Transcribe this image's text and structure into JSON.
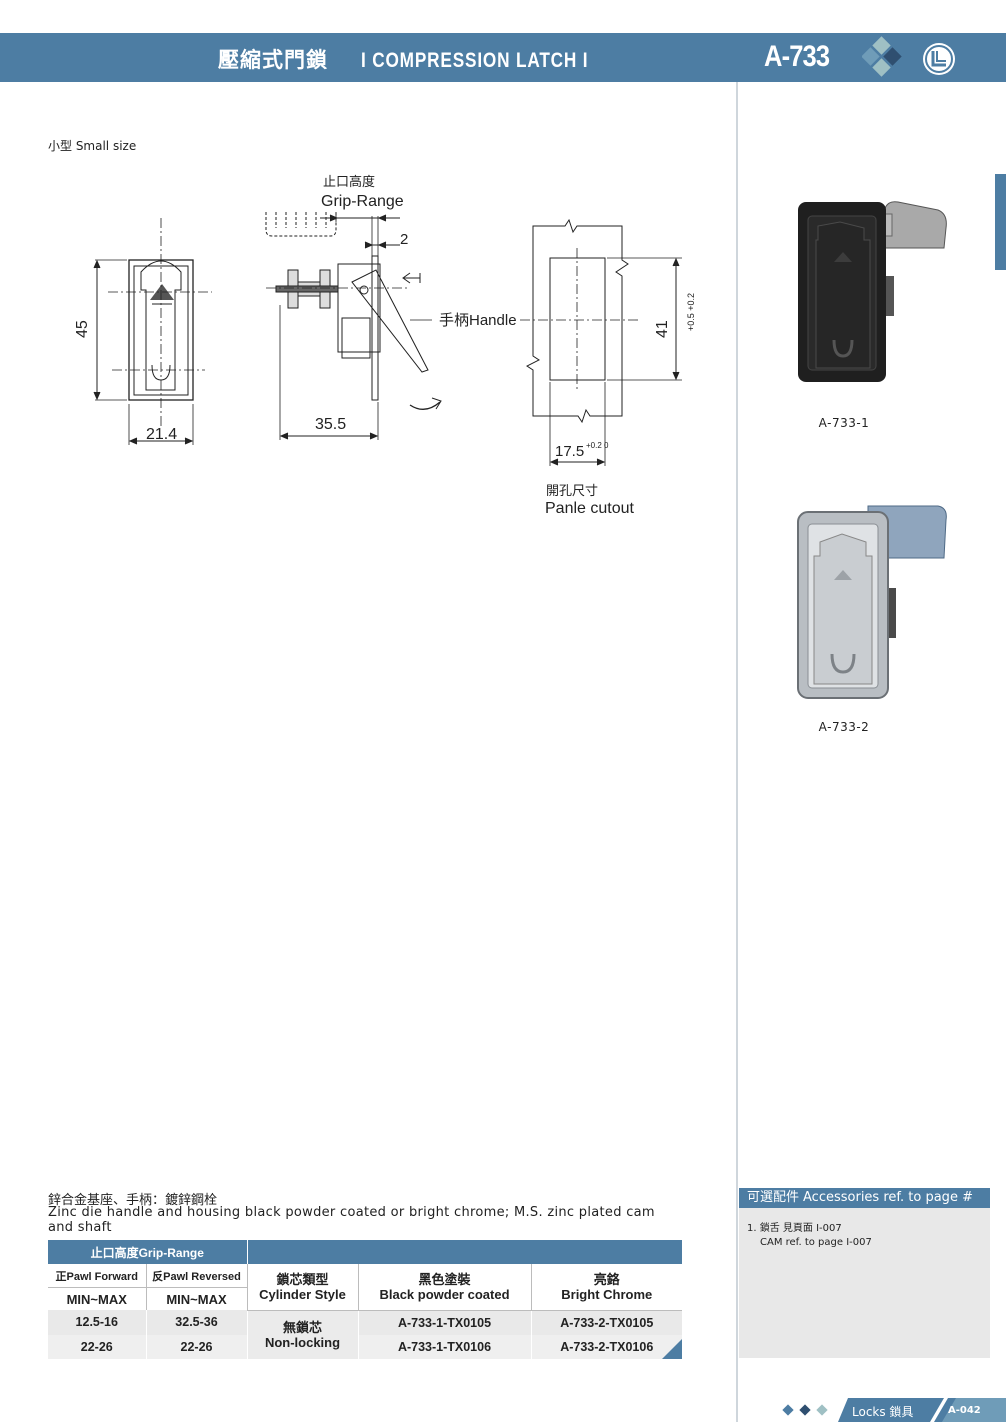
{
  "header": {
    "title_zh": "壓縮式門鎖",
    "title_en": "I COMPRESSION LATCH  I",
    "code": "A-733"
  },
  "size_label": "小型 Small size",
  "drawing": {
    "grip_zh": "止口高度",
    "grip_en": "Grip-Range",
    "dim_2": "2",
    "dim_45": "45",
    "dim_21_4": "21.4",
    "dim_35_5": "35.5",
    "handle": "手柄Handle",
    "dim_41": "41",
    "tol_41": "+0.5 +0.2",
    "dim_17_5": "17.5",
    "tol_17_5": "+0.2 0",
    "cutout_zh": "開孔尺寸",
    "cutout_en": "Panle cutout"
  },
  "products": [
    {
      "label": "A-733-1"
    },
    {
      "label": "A-733-2"
    }
  ],
  "material": {
    "zh": "鋅合金基座、手柄：鍍鋅鋼栓",
    "en": "Zinc die  handle and housing black powder coated or bright chrome; M.S. zinc plated cam and shaft"
  },
  "table": {
    "header": "止口高度Grip-Range",
    "pawl_forward": "正Pawl Forward",
    "pawl_reversed": "反Pawl Reversed",
    "min_max": "MIN~MAX",
    "cyl_zh": "鎖芯類型",
    "cyl_en": "Cylinder Style",
    "black_zh": "黑色塗裝",
    "black_en": "Black powder coated",
    "chrome_zh": "亮鉻",
    "chrome_en": "Bright Chrome",
    "cyl_value_zh": "無鎖芯",
    "cyl_value_en": "Non-locking",
    "rows": [
      {
        "fwd": "12.5-16",
        "rev": "32.5-36",
        "black": "A-733-1-TX0105",
        "chrome": "A-733-2-TX0105"
      },
      {
        "fwd": "22-26",
        "rev": "22-26",
        "black": "A-733-1-TX0106",
        "chrome": "A-733-2-TX0106"
      }
    ]
  },
  "accessories": {
    "title_zh": "可選配件",
    "title_en": "Accessories ref. to page #",
    "item_zh": "1. 鎖舌 見頁面 I-007",
    "item_en": "CAM  ref. to page I-007"
  },
  "footer": {
    "category": "Locks 鎖具",
    "page": "A-042"
  },
  "colors": {
    "brand": "#4d7da3",
    "diamond_dark": "#2f4f70",
    "diamond_light": "#9fc0c4"
  }
}
